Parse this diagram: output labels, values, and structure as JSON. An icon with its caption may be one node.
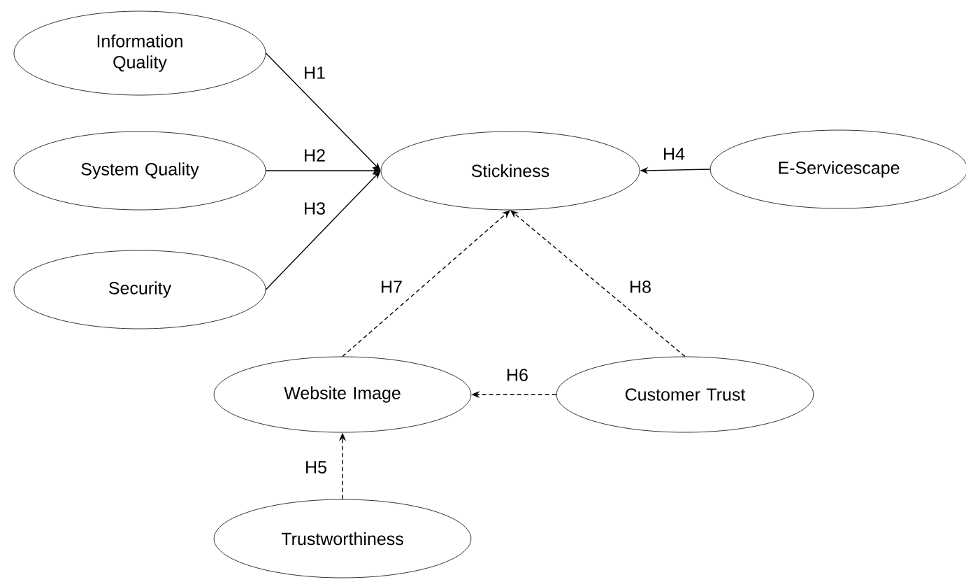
{
  "diagram": {
    "nodes": [
      {
        "text": [
          "Information Quality"
        ]
      },
      {
        "text": [
          "System Quality"
        ]
      },
      {
        "text": [
          "Security"
        ]
      },
      {
        "text": [
          "Stickiness"
        ]
      },
      {
        "text": [
          "E-Servicescape"
        ]
      },
      {
        "text": [
          "Website Image"
        ]
      },
      {
        "text": [
          "Customer Trust"
        ]
      },
      {
        "text": [
          "Trustworthiness"
        ]
      }
    ],
    "edges": [
      {
        "from": 0,
        "to": 3,
        "arrow": "to",
        "label": "H1"
      },
      {
        "from": 1,
        "to": 3,
        "arrow": "to",
        "label": "H2"
      },
      {
        "from": 2,
        "to": 3,
        "arrow": "to",
        "label": "H3"
      },
      {
        "from": 4,
        "to": 3,
        "arrow": "to",
        "label": "H4"
      },
      {
        "from": 7,
        "to": 5,
        "arrow": "to",
        "label": "H5",
        "style": "dashed"
      },
      {
        "from": 6,
        "to": 5,
        "arrow": "to",
        "label": "H6",
        "style": "dashed"
      },
      {
        "from": 5,
        "to": 3,
        "arrow": "to",
        "label": "H7",
        "style": "dashed"
      },
      {
        "from": 6,
        "to": 3,
        "arrow": "to",
        "label": "H8",
        "style": "dashed"
      }
    ]
  }
}
